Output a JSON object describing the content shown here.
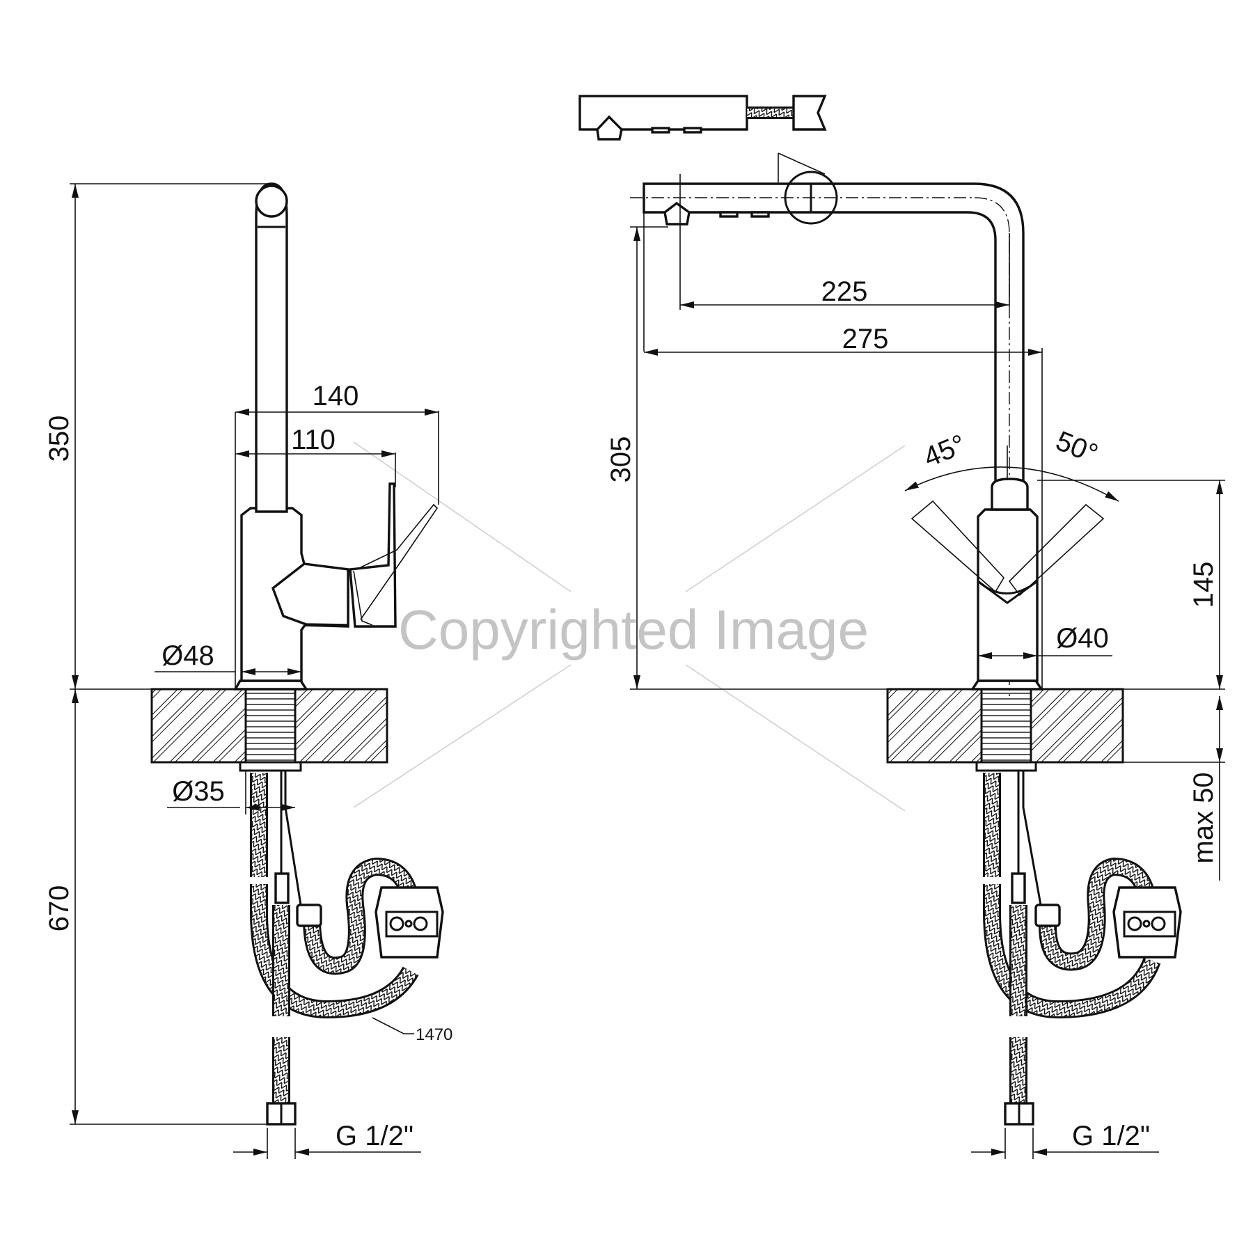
{
  "drawing": {
    "side_view": {
      "height_above": "350",
      "height_below": "670",
      "reach_140": "140",
      "reach_110": "110",
      "body_diameter": "Ø48",
      "shank_diameter": "Ø35",
      "hose_length": "1470",
      "connection": "G 1/2\""
    },
    "front_view": {
      "spout_reach_225": "225",
      "spout_reach_275": "275",
      "spout_height": "305",
      "lever_angle_left": "45°",
      "lever_angle_right": "50°",
      "lever_height": "145",
      "body_diameter": "Ø40",
      "max_thickness": "max 50",
      "connection": "G 1/2\""
    },
    "watermark": "Copyrighted Image"
  }
}
